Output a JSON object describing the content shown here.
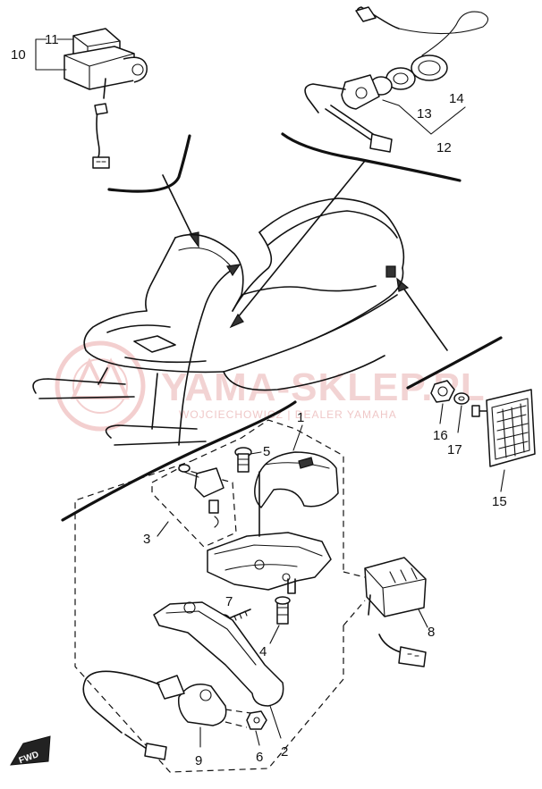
{
  "diagram": {
    "callouts": [
      {
        "id": "1",
        "label": "1"
      },
      {
        "id": "2",
        "label": "2"
      },
      {
        "id": "3",
        "label": "3"
      },
      {
        "id": "4",
        "label": "4"
      },
      {
        "id": "5",
        "label": "5"
      },
      {
        "id": "6",
        "label": "6"
      },
      {
        "id": "7",
        "label": "7"
      },
      {
        "id": "8",
        "label": "8"
      },
      {
        "id": "9",
        "label": "9"
      },
      {
        "id": "10",
        "label": "10"
      },
      {
        "id": "11",
        "label": "11"
      },
      {
        "id": "12",
        "label": "12"
      },
      {
        "id": "13",
        "label": "13"
      },
      {
        "id": "14",
        "label": "14"
      },
      {
        "id": "15",
        "label": "15"
      },
      {
        "id": "16",
        "label": "16"
      },
      {
        "id": "17",
        "label": "17"
      }
    ],
    "forward_marker": "FWD"
  },
  "watermark": {
    "brand": "YAMA-SKLEP.PL",
    "tagline": "WOJCIECHOWICZ | DEALER YAMAHA"
  },
  "colors": {
    "line": "#111111",
    "watermark": "#e9b0b0"
  }
}
